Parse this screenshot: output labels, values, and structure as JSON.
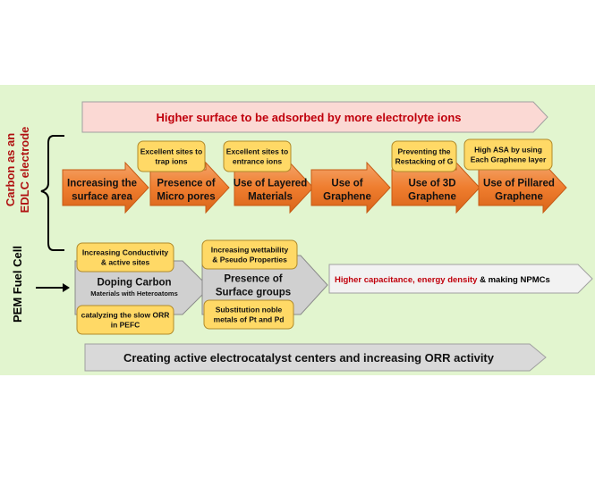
{
  "top_banner": "Higher surface to be adsorbed by more electrolyte ions",
  "left_label_edlc": [
    "Carbon as an",
    "EDLC electrode"
  ],
  "left_label_pem": "PEM Fuel Cell",
  "edlc_arrows": [
    {
      "lines": [
        "Increasing the",
        "surface area"
      ]
    },
    {
      "lines": [
        "Presence of",
        "Micro pores"
      ]
    },
    {
      "lines": [
        "Use of Layered",
        "Materials"
      ]
    },
    {
      "lines": [
        "Use of",
        "Graphene"
      ]
    },
    {
      "lines": [
        "Use of 3D",
        "Graphene"
      ]
    },
    {
      "lines": [
        "Use of Pillared",
        "Graphene"
      ]
    }
  ],
  "edlc_notes": [
    {
      "lines": [
        "Excellent sites to",
        "trap ions"
      ]
    },
    {
      "lines": [
        "Excellent sites to",
        "entrance ions"
      ]
    },
    {
      "lines": [
        "Preventing the",
        "Restacking of G"
      ]
    },
    {
      "lines": [
        "High ASA by using",
        "Each Graphene layer"
      ]
    }
  ],
  "pem_arrows": [
    {
      "lines": [
        "Doping Carbon",
        "Materials with Heteroatoms"
      ]
    },
    {
      "lines": [
        "Presence of",
        "Surface groups"
      ]
    }
  ],
  "pem_notes": [
    {
      "lines": [
        "Increasing Conductivity",
        "& active sites"
      ]
    },
    {
      "lines": [
        "catalyzing the slow ORR",
        "in PEFC"
      ]
    },
    {
      "lines": [
        "Increasing wettability",
        "& Pseudo Properties"
      ]
    },
    {
      "lines": [
        "Substitution noble",
        "metals of Pt and Pd"
      ]
    }
  ],
  "pem_result": {
    "red_part": "Higher capacitance,  energy density",
    "black_part": " & making  NPMCs"
  },
  "bottom_banner": "Creating active electrocatalyst centers and increasing ORR activity",
  "colors": {
    "background": "#e2f5cf",
    "banner_pink": "#fbd9d4",
    "arrow_orange": "#ef7d2e",
    "note_yellow": "#ffd966",
    "gray_arrow": "#d0d0d0",
    "red_text": "#c0000c",
    "dark_red_text": "#b01212"
  }
}
